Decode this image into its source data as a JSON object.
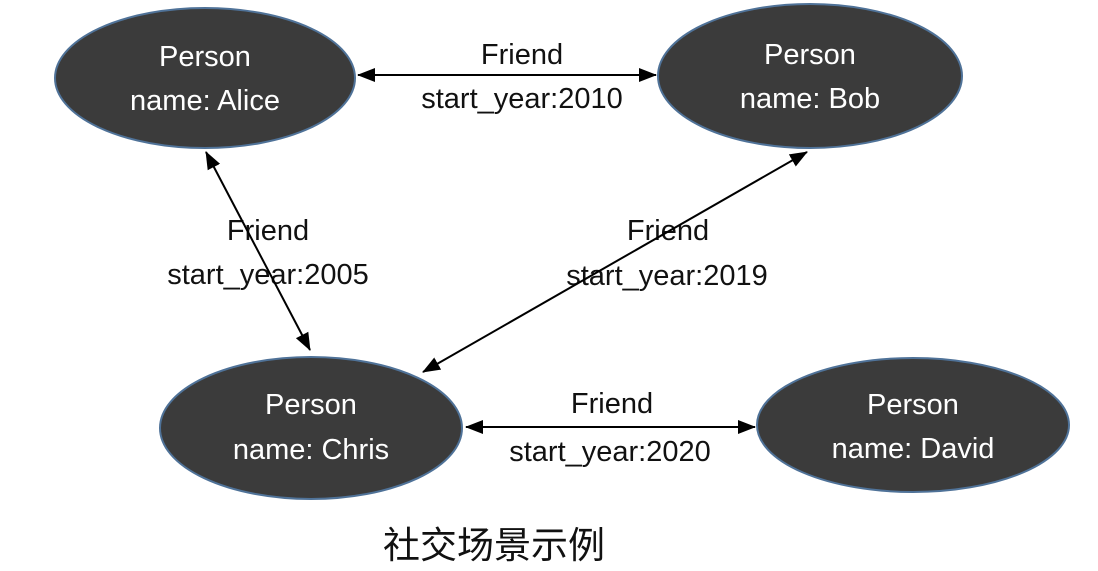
{
  "diagram": {
    "caption": "社交场景示例",
    "colors": {
      "background": "#ffffff",
      "node_fill": "#3b3b3b",
      "node_border": "#4f7298",
      "node_text": "#ffffff",
      "edge_line": "#000000",
      "edge_text": "#111111"
    },
    "nodes": [
      {
        "id": "alice",
        "type": "Person",
        "name": "name: Alice"
      },
      {
        "id": "bob",
        "type": "Person",
        "name": "name: Bob"
      },
      {
        "id": "chris",
        "type": "Person",
        "name": "name: Chris"
      },
      {
        "id": "david",
        "type": "Person",
        "name": "name: David"
      }
    ],
    "edges": [
      {
        "from": "alice",
        "to": "bob",
        "label": "Friend",
        "property": "start_year:2010",
        "direction": "bidirectional"
      },
      {
        "from": "alice",
        "to": "chris",
        "label": "Friend",
        "property": "start_year:2005",
        "direction": "bidirectional"
      },
      {
        "from": "bob",
        "to": "chris",
        "label": "Friend",
        "property": "start_year:2019",
        "direction": "bidirectional"
      },
      {
        "from": "chris",
        "to": "david",
        "label": "Friend",
        "property": "start_year:2020",
        "direction": "bidirectional"
      }
    ]
  }
}
